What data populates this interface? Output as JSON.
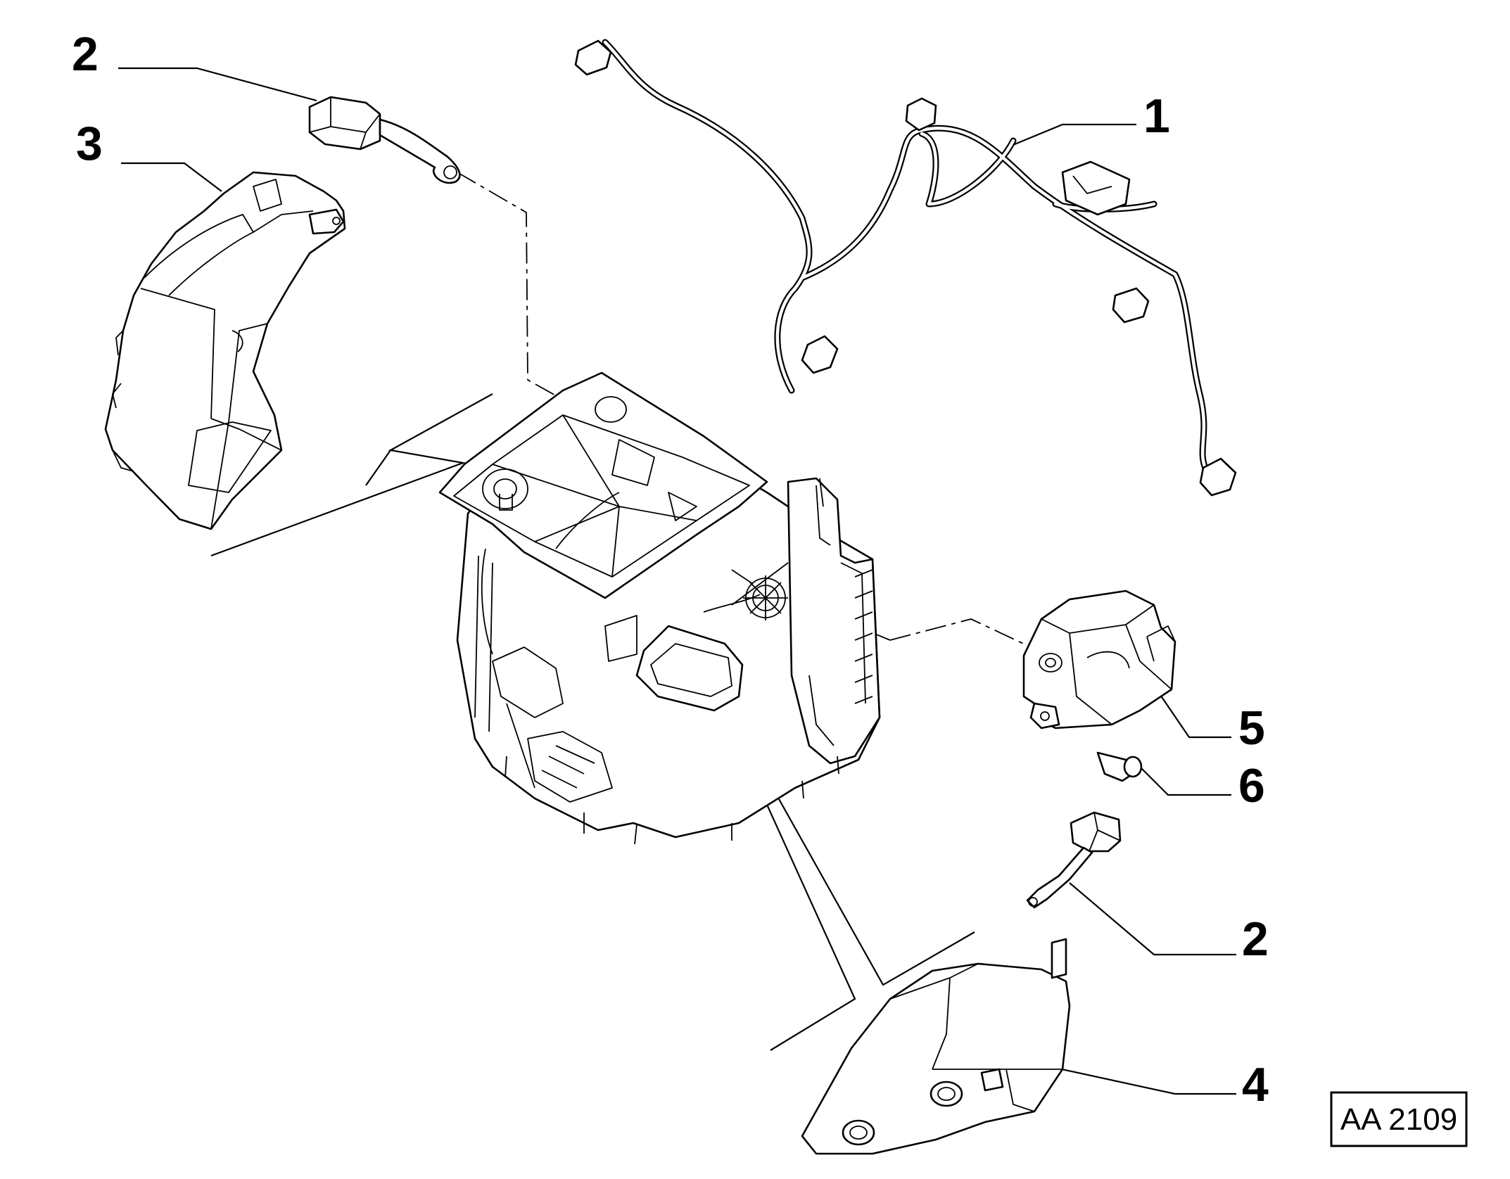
{
  "callouts": [
    {
      "id": "harness",
      "number": "1"
    },
    {
      "id": "sensor-top",
      "number": "2"
    },
    {
      "id": "duct-left",
      "number": "3"
    },
    {
      "id": "duct-bottom",
      "number": "4"
    },
    {
      "id": "actuator",
      "number": "5"
    },
    {
      "id": "screw",
      "number": "6"
    },
    {
      "id": "sensor-bottom",
      "number": "2"
    }
  ],
  "reference_code": "AA 2109",
  "colors": {
    "line": "#000000",
    "background": "#ffffff"
  }
}
